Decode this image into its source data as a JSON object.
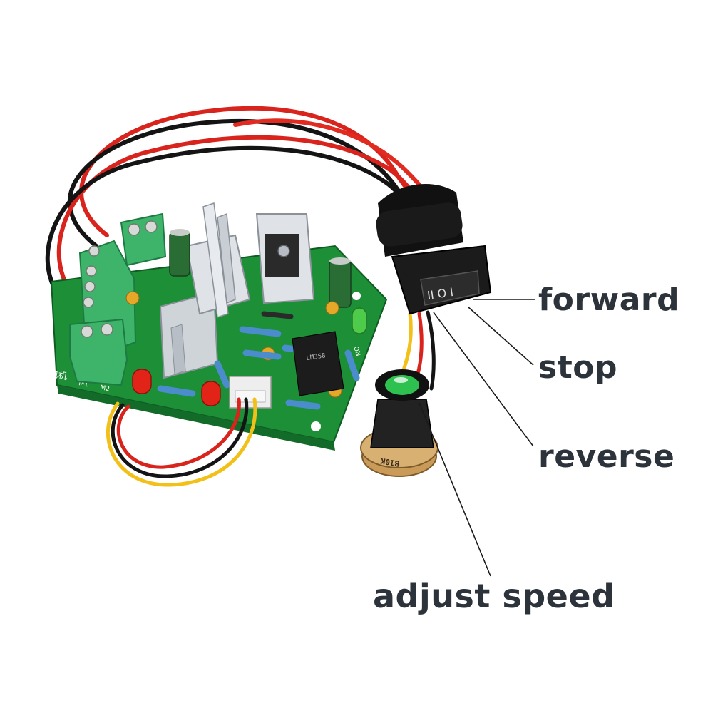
{
  "labels": {
    "forward": "forward",
    "stop": "stop",
    "reverse": "reverse",
    "adjust_speed": "adjust speed"
  },
  "silkscreen": {
    "motor_label": "电机",
    "m1": "M1",
    "m2": "M2",
    "top_label": "电",
    "on_label": "ON",
    "chip_text": "LM358"
  },
  "potentiometer": {
    "marking": "B10K"
  },
  "switch": {
    "symbols": "II O I"
  },
  "colors": {
    "pcb_green": "#1f9a3c",
    "terminal_green": "#3db46a",
    "heatsink": "#d9dde2",
    "wire_red": "#d8241c",
    "wire_black": "#141414",
    "wire_yellow": "#f2c018",
    "label_text": "#2c333b",
    "knob_green": "#2fc14f"
  }
}
